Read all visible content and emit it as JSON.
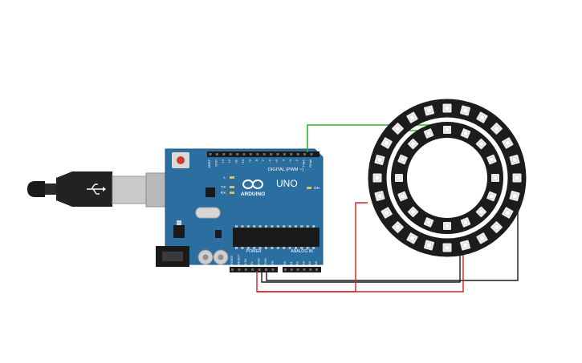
{
  "board": {
    "brand": "ARDUINO",
    "model": "UNO",
    "digital_header": "DIGITAL (PWM ~)",
    "power_header": "POWER",
    "analog_header": "ANALOG IN",
    "led_on": "ON",
    "led_tx": "TX",
    "led_rx": "RX",
    "led_l": "L",
    "digital_pins": [
      "AREF",
      "GND",
      "13",
      "12",
      "~11",
      "~10",
      "~9",
      "8",
      "7",
      "~6",
      "~5",
      "4",
      "~3",
      "2",
      "TX▸1",
      "RX◂0"
    ],
    "power_pins": [
      "IOREF",
      "RESET",
      "3.3V",
      "5V",
      "GND",
      "GND",
      "Vin"
    ],
    "analog_pins": [
      "A0",
      "A1",
      "A2",
      "A3",
      "A4",
      "A5"
    ]
  },
  "wires": {
    "signal_color": "#2db52d",
    "power_color": "#d42020",
    "ground_color": "#1a1a1a"
  },
  "rings": {
    "outer_count": 24,
    "inner_count": 16,
    "pcb_color": "#1c1c1c",
    "led_color": "#ececec"
  },
  "cable": {
    "plug_color": "#c8c8c8",
    "body_color": "#222222"
  }
}
